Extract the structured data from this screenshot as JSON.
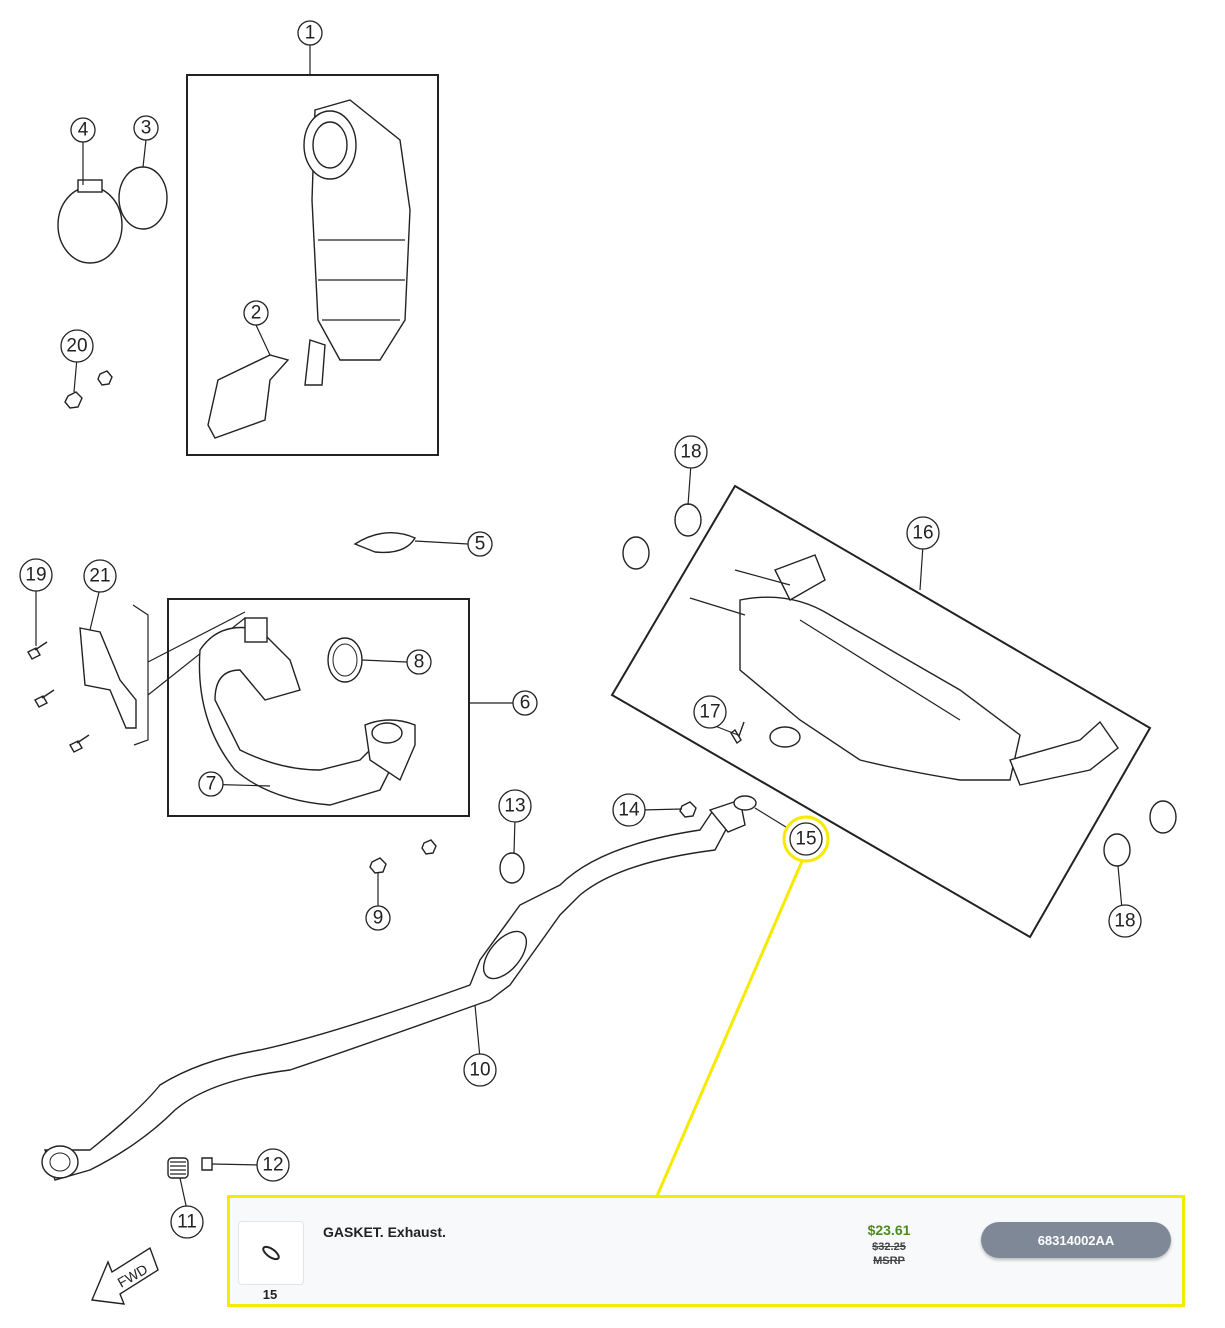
{
  "callouts": {
    "c1": "1",
    "c2": "2",
    "c3": "3",
    "c4": "4",
    "c5": "5",
    "c6": "6",
    "c7": "7",
    "c8": "8",
    "c9": "9",
    "c10": "10",
    "c11": "11",
    "c12": "12",
    "c13": "13",
    "c14": "14",
    "c15": "15",
    "c16": "16",
    "c17": "17",
    "c18a": "18",
    "c18b": "18",
    "c19": "19",
    "c20": "20",
    "c21": "21"
  },
  "fwd_label": "FWD",
  "selected_part": {
    "callout": "15",
    "description": "GASKET. Exhaust.",
    "price": "$23.61",
    "msrp_price": "$32.25",
    "msrp_label": "MSRP",
    "part_number": "68314002AA"
  },
  "colors": {
    "highlight": "#f5ea00",
    "price": "#4d8a1f",
    "button": "#7f8896"
  }
}
